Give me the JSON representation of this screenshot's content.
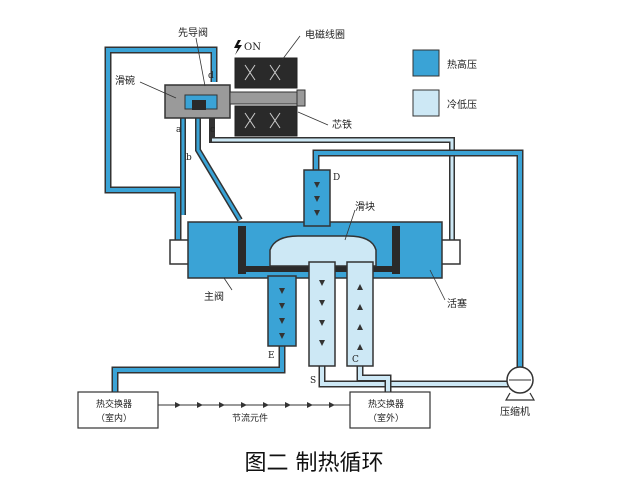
{
  "caption": "图二  制热循环",
  "legend": {
    "hot": {
      "label": "热高压",
      "color": "#3aa3d6"
    },
    "cold": {
      "label": "冷低压",
      "color": "#cde8f5"
    }
  },
  "labels": {
    "pilot_valve": "先导阀",
    "solenoid_on": "ON",
    "coil": "电磁线圈",
    "slide_bowl": "滑碗",
    "iron_core": "芯铁",
    "slider": "滑块",
    "main_valve": "主阀",
    "piston": "活塞",
    "compressor": "压缩机",
    "throttle": "节流元件",
    "hx_indoor_1": "热交换器",
    "hx_indoor_2": "（室内）",
    "hx_outdoor_1": "热交换器",
    "hx_outdoor_2": "（室外）"
  },
  "ports": {
    "a": "a",
    "b": "b",
    "c": "c",
    "d": "d",
    "D": "D",
    "E": "E",
    "S": "S",
    "C": "C"
  },
  "colors": {
    "pipe_hot": "#3aa3d6",
    "pipe_cold": "#cde8f5",
    "outline": "#333333",
    "body_gray": "#9a9a9a",
    "dark": "#2a2a2a"
  }
}
